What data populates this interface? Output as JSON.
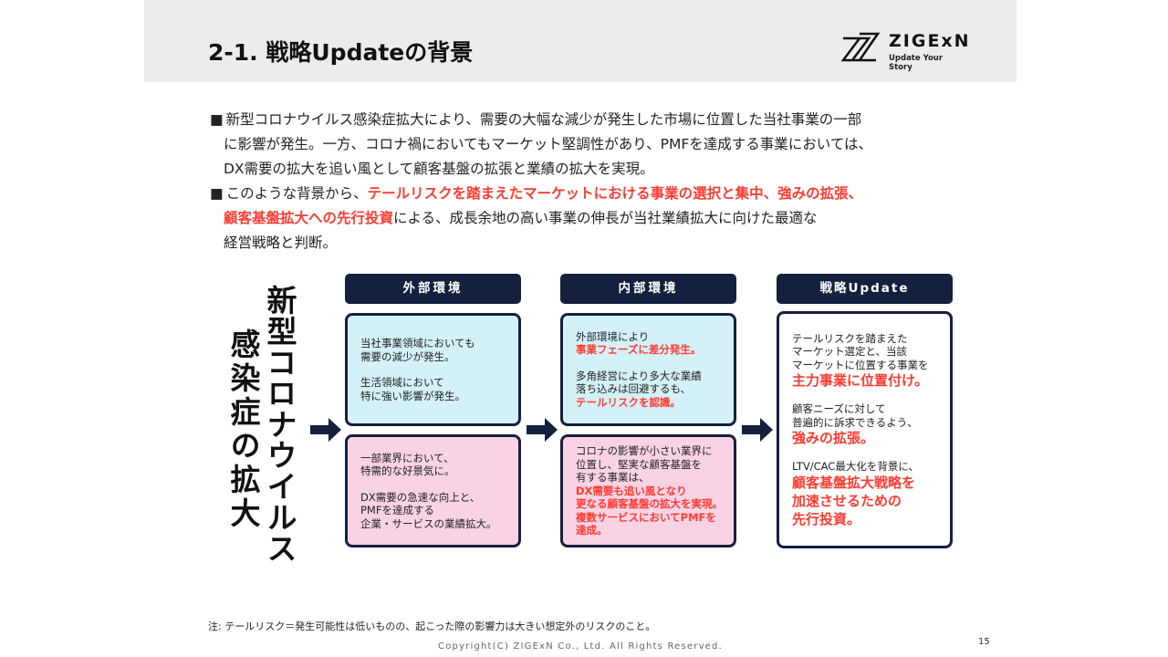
{
  "header": {
    "title": "2-1. 戦略Updateの背景",
    "logo_name": "ZIGExN",
    "logo_tagline": "Update Your Story"
  },
  "bullets": [
    {
      "lines": [
        "新型コロナウイルス感染症拡大により、需要の大幅な減少が発生した市場に位置した当社事業の一部",
        "に影響が発生。一方、コロナ禍においてもマーケット堅調性があり、PMFを達成する事業においては、",
        "DX需要の拡大を追い風として顧客基盤の拡張と業績の拡大を実現。"
      ]
    },
    {
      "prefix": "このような背景から、",
      "red1": "テールリスクを踏まえたマーケットにおける事業の選択と集中、強みの拡張、",
      "red2": "顧客基盤拡大への先行投資",
      "rest": "による、成長余地の高い事業の伸長が当社業績拡大に向けた最適な",
      "line3": "経営戦略と判断。"
    }
  ],
  "bullet_marker": "■",
  "vertical_title": {
    "col1": "新型コロナウイルス",
    "col2": "感染症の拡大"
  },
  "columns": {
    "external": {
      "label": "外部環境",
      "blue": [
        "当社事業領域においても",
        "需要の減少が発生。",
        "生活領域において",
        "特に強い影響が発生。"
      ],
      "pink": [
        "一部業界において、",
        "特需的な好景気に。",
        "DX需要の急速な向上と、",
        "PMFを達成する",
        "企業・サービスの業績拡大。"
      ]
    },
    "internal": {
      "label": "内部環境",
      "blue": [
        "外部環境により",
        "事業フェーズに差分発生。",
        "多角経営により多大な業績",
        "落ち込みは回避するも、",
        "テールリスクを認識。"
      ],
      "pink": [
        "コロナの影響が小さい業界に",
        "位置し、堅実な顧客基盤を",
        "有する事業は、",
        "DX需要も追い風となり",
        "更なる顧客基盤の拡大を実現。",
        "複数サービスにおいてPMFを",
        "達成。"
      ]
    },
    "strategy": {
      "label": "戦略Update",
      "lines": [
        "テールリスクを踏まえた",
        "マーケット選定と、当該",
        "マーケットに位置する事業を",
        "主力事業に位置付け。",
        "顧客ニーズに対して",
        "普遍的に訴求できるよう、",
        "強みの拡張。",
        "LTV/CAC最大化を背景に、",
        "顧客基盤拡大戦略を",
        "加速させるための",
        "先行投資。"
      ]
    }
  },
  "footer": {
    "note": "注: テールリスク＝発生可能性は低いものの、起こった際の影響力は大きい想定外のリスクのこと。",
    "page": "15",
    "copyright": "Copyright(C)  ZIGExN Co., Ltd. All Rights Reserved."
  },
  "colors": {
    "navy": "#15203f",
    "red": "#ff3b30",
    "blue_box": "#d3f1f6",
    "pink_box": "#f9d3e4"
  }
}
